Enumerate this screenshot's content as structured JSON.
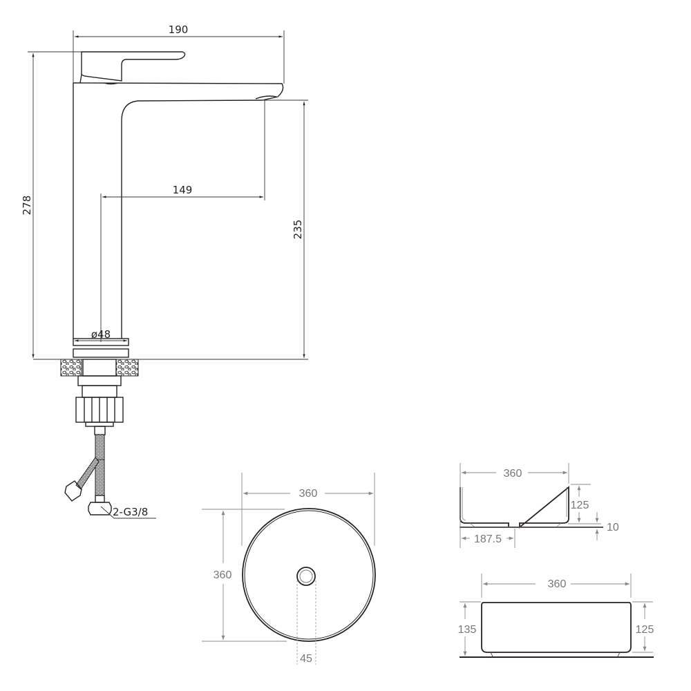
{
  "faucet": {
    "dim_width": "190",
    "dim_height": "278",
    "dim_reach": "149",
    "dim_spout_height": "235",
    "dim_diameter": "ø48",
    "connection_label": "2-G3/8"
  },
  "bowl_top": {
    "dim_width": "360",
    "dim_depth": "360",
    "dim_drain": "45"
  },
  "bowl_section": {
    "dim_width": "360",
    "dim_height": "125",
    "dim_foot": "10",
    "dim_drain_offset": "187.5"
  },
  "bowl_side": {
    "dim_width": "360",
    "dim_total_height": "135",
    "dim_height": "125"
  }
}
